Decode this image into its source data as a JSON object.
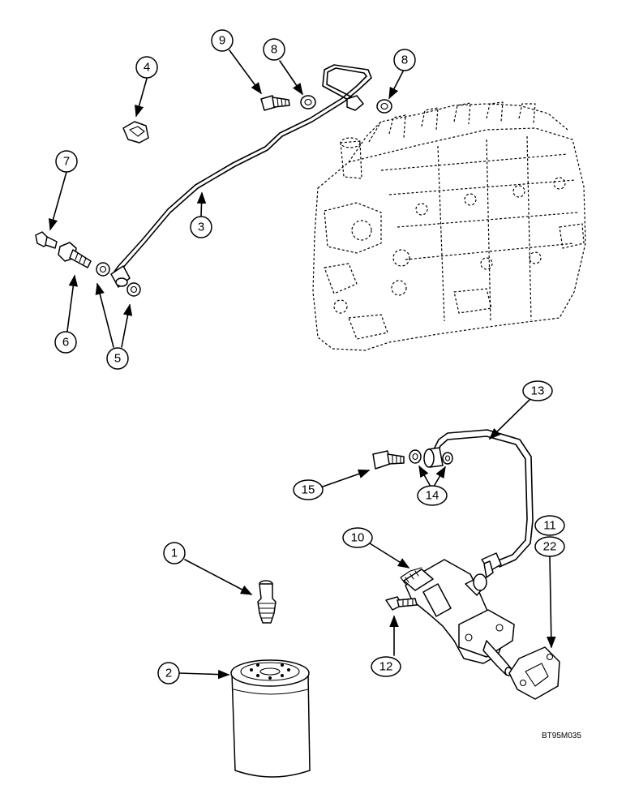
{
  "callouts": {
    "c1": "1",
    "c2": "2",
    "c3": "3",
    "c4": "4",
    "c5": "5",
    "c6": "6",
    "c7": "7",
    "c8a": "8",
    "c8b": "8",
    "c9": "9",
    "c10": "10",
    "c11": "11",
    "c12": "12",
    "c13": "13",
    "c14": "14",
    "c15": "15",
    "c22": "22"
  },
  "figure_ref": "BT95M035"
}
